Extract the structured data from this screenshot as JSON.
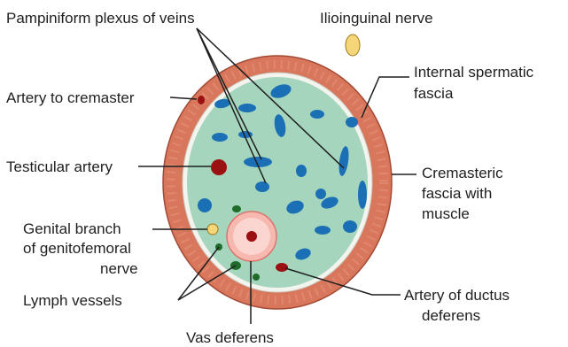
{
  "labels": {
    "pampiniform": "Pampiniform plexus of veins",
    "ilioinguinal": "Ilioinguinal nerve",
    "internal_line1": "Internal spermatic",
    "internal_line2": "fascia",
    "artery_cremaster": "Artery to cremaster",
    "testicular_artery": "Testicular artery",
    "cremasteric_line1": "Cremasteric",
    "cremasteric_line2": "fascia with",
    "cremasteric_line3": "muscle",
    "genital_line1": "Genital branch",
    "genital_line2": "of genitofemoral",
    "genital_line3": "nerve",
    "lymph": "Lymph vessels",
    "ductus_line1": "Artery of ductus",
    "ductus_line2": "deferens",
    "vas": "Vas deferens"
  },
  "colors": {
    "outer_layer": "#d9775c",
    "inner_fill": "#a5d6bd",
    "vein": "#1b6fb5",
    "artery": "#9b1010",
    "lymph": "#1e6b2a",
    "nerve": "#f5d77a",
    "vas_wall": "#f7b8b0"
  }
}
